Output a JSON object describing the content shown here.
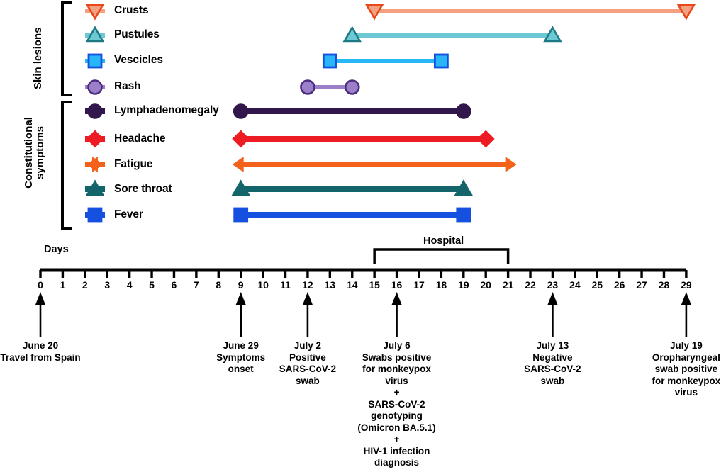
{
  "figure": {
    "axis_label": "Days",
    "hospital_label": "Hospital"
  },
  "groups": [
    {
      "name": "Skin lesions",
      "label": "Skin lesions"
    },
    {
      "name": "Constitutional symptoms",
      "label_line1": "Constitutional",
      "label_line2": "symptoms"
    }
  ],
  "chart_data": {
    "type": "timeline",
    "title": "",
    "xlabel": "Days",
    "xlim": [
      0,
      29
    ],
    "x_ticks": [
      0,
      1,
      2,
      3,
      4,
      5,
      6,
      7,
      8,
      9,
      10,
      11,
      12,
      13,
      14,
      15,
      16,
      17,
      18,
      19,
      20,
      21,
      22,
      23,
      24,
      25,
      26,
      27,
      28,
      29
    ],
    "grid": false,
    "legend": "left",
    "groups": [
      {
        "group": "Skin lesions",
        "series": [
          {
            "name": "Crusts",
            "start": 15,
            "end": 29,
            "color": "#f4a182",
            "edge": "#e8491b",
            "marker": "triangle-down",
            "row": 0
          },
          {
            "name": "Pustules",
            "start": 14,
            "end": 23,
            "color": "#6cc9d4",
            "edge": "#1d7a86",
            "marker": "triangle-up",
            "row": 1
          },
          {
            "name": "Vescicles",
            "start": 13,
            "end": 18,
            "color": "#29b6f6",
            "edge": "#1550e0",
            "marker": "square",
            "row": 2
          },
          {
            "name": "Rash",
            "start": 12,
            "end": 14,
            "color": "#9b7fc9",
            "edge": "#4b2d7f",
            "marker": "circle",
            "row": 3
          }
        ]
      },
      {
        "group": "Constitutional symptoms",
        "series": [
          {
            "name": "Lymphadenomegaly",
            "start": 9,
            "end": 19,
            "color": "#32174d",
            "edge": "#32174d",
            "marker": "circle",
            "row": 4
          },
          {
            "name": "Headache",
            "start": 9,
            "end": 20,
            "color": "#ed1c24",
            "edge": "#ed1c24",
            "marker": "diamond",
            "row": 5
          },
          {
            "name": "Fatigue",
            "start": 9,
            "end": 21,
            "color": "#f4611a",
            "edge": "#f4611a",
            "marker": "triangle-h",
            "row": 6
          },
          {
            "name": "Sore throat",
            "start": 9,
            "end": 19,
            "color": "#14656b",
            "edge": "#14656b",
            "marker": "triangle-up",
            "row": 7
          },
          {
            "name": "Fever",
            "start": 9,
            "end": 19,
            "color": "#1550e0",
            "edge": "#1550e0",
            "marker": "square",
            "row": 8
          }
        ]
      }
    ],
    "hospital_span": {
      "start": 15,
      "end": 21,
      "label": "Hospital"
    },
    "annotations": [
      {
        "day": 0,
        "lines": [
          "June 20",
          "Travel from Spain"
        ]
      },
      {
        "day": 9,
        "lines": [
          "June 29",
          "Symptoms",
          "onset"
        ]
      },
      {
        "day": 12,
        "lines": [
          "July 2",
          "Positive",
          "SARS-CoV-2",
          "swab"
        ]
      },
      {
        "day": 16,
        "lines": [
          "July 6",
          "Swabs positive",
          "for monkeypox",
          "virus",
          "+",
          "SARS-CoV-2",
          "genotyping",
          "(Omicron BA.5.1)",
          "+",
          "HIV-1 infection",
          "diagnosis"
        ]
      },
      {
        "day": 23,
        "lines": [
          "July 13",
          "Negative",
          "SARS-CoV-2",
          "swab"
        ]
      },
      {
        "day": 29,
        "lines": [
          "July 19",
          "Oropharyngeal",
          "swab positive",
          "for monkeypox",
          "virus"
        ]
      }
    ]
  }
}
